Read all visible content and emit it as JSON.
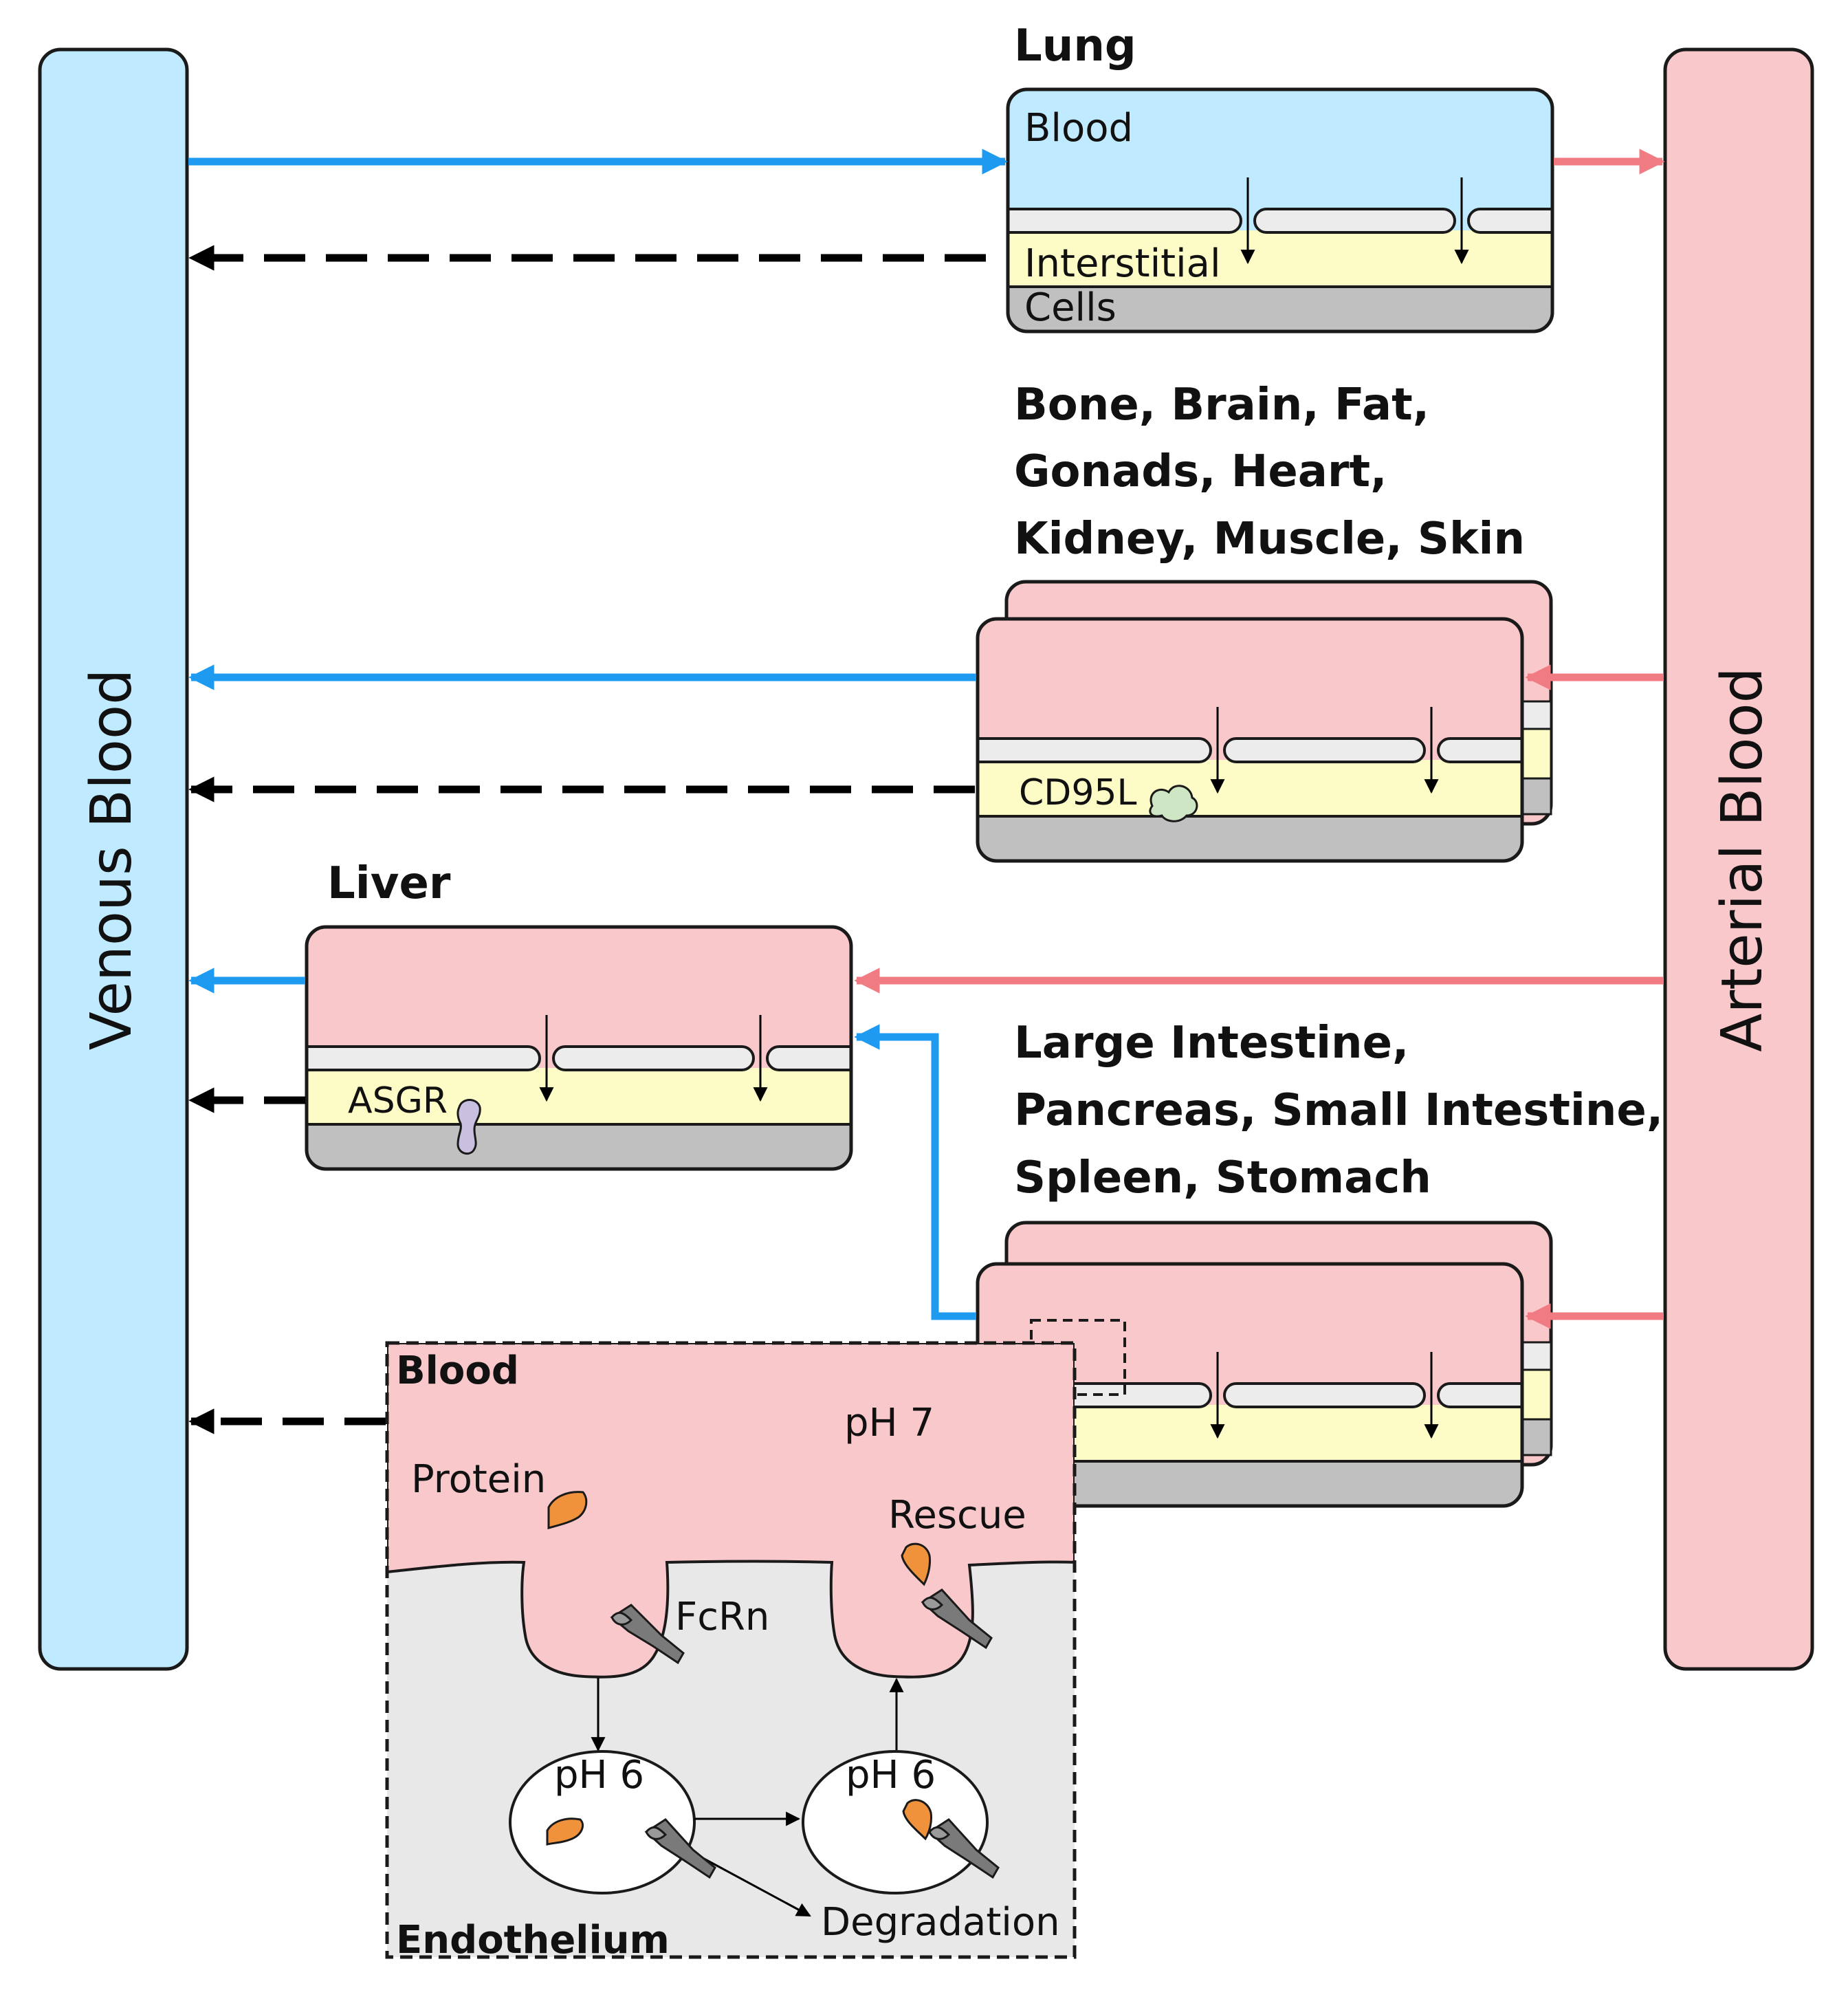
{
  "labels": {
    "venous": "Venous Blood",
    "arterial": "Arterial Blood",
    "lung_title": "Lung",
    "lung_blood": "Blood",
    "lung_interstitial": "Interstitial",
    "lung_cells": "Cells",
    "group1_line1": "Bone, Brain, Fat,",
    "group1_line2": "Gonads, Heart,",
    "group1_line3": "Kidney, Muscle, Skin",
    "cd95l": "CD95L",
    "liver_title": "Liver",
    "asgr": "ASGR",
    "group2_line1": "Large Intestine,",
    "group2_line2": "Pancreas, Small Intestine,",
    "group2_line3": "Spleen, Stomach",
    "inset_blood": "Blood",
    "ph7": "pH 7",
    "protein": "Protein",
    "rescue": "Rescue",
    "fcrn": "FcRn",
    "ph6_left": "pH 6",
    "ph6_right": "pH 6",
    "degradation": "Degradation",
    "endothelium": "Endothelium"
  },
  "colors": {
    "venous": "#bfeaff",
    "arterial": "#f9c8cb",
    "venous_arrow": "#1e9bf0",
    "arterial_arrow": "#f07b82",
    "interstitial": "#fefcc6",
    "cells": "#c0c0c0",
    "membrane": "#ececec",
    "endothelium": "#e8e8e8",
    "protein": "#f0923c",
    "receptor": "#7a7a7a",
    "asgr": "#c9c0e0",
    "cd95l": "#cfe6c4"
  }
}
